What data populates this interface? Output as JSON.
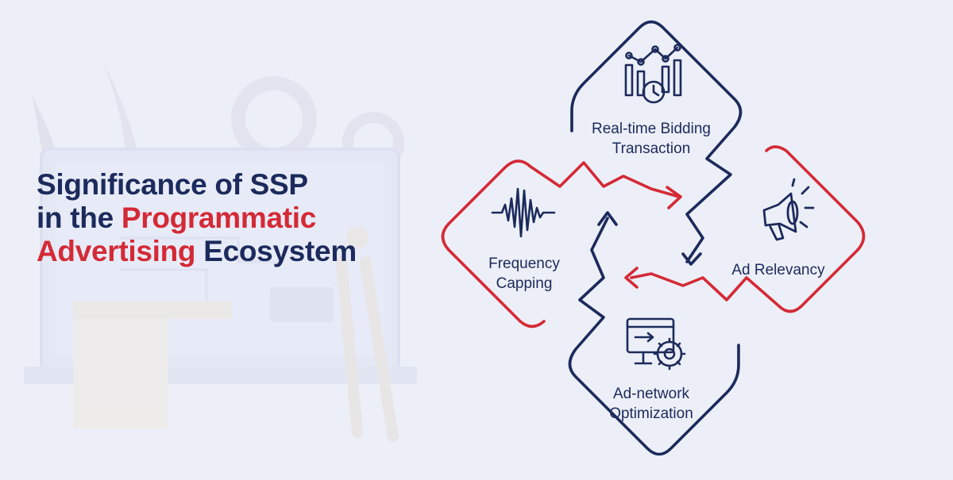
{
  "title": {
    "line1": "Significance of SSP",
    "line2_prefix": "in the ",
    "line2_accent": "Programmatic",
    "line3_accent": "Advertising",
    "line3_suffix": " Ecosystem"
  },
  "cycle": {
    "nodes": [
      {
        "id": "rtb",
        "line1": "Real-time Bidding",
        "line2": "Transaction",
        "icon": "bar-chart-clock-icon"
      },
      {
        "id": "relevancy",
        "line1": "Ad Relevancy",
        "line2": "",
        "icon": "megaphone-icon"
      },
      {
        "id": "adnetwork",
        "line1": "Ad-network",
        "line2": "Optimization",
        "icon": "monitor-gear-icon"
      },
      {
        "id": "frequency",
        "line1": "Frequency",
        "line2": "Capping",
        "icon": "waveform-icon"
      }
    ]
  },
  "colors": {
    "navy": "#1c2a5c",
    "red": "#d42a36",
    "background": "#eceff7"
  }
}
